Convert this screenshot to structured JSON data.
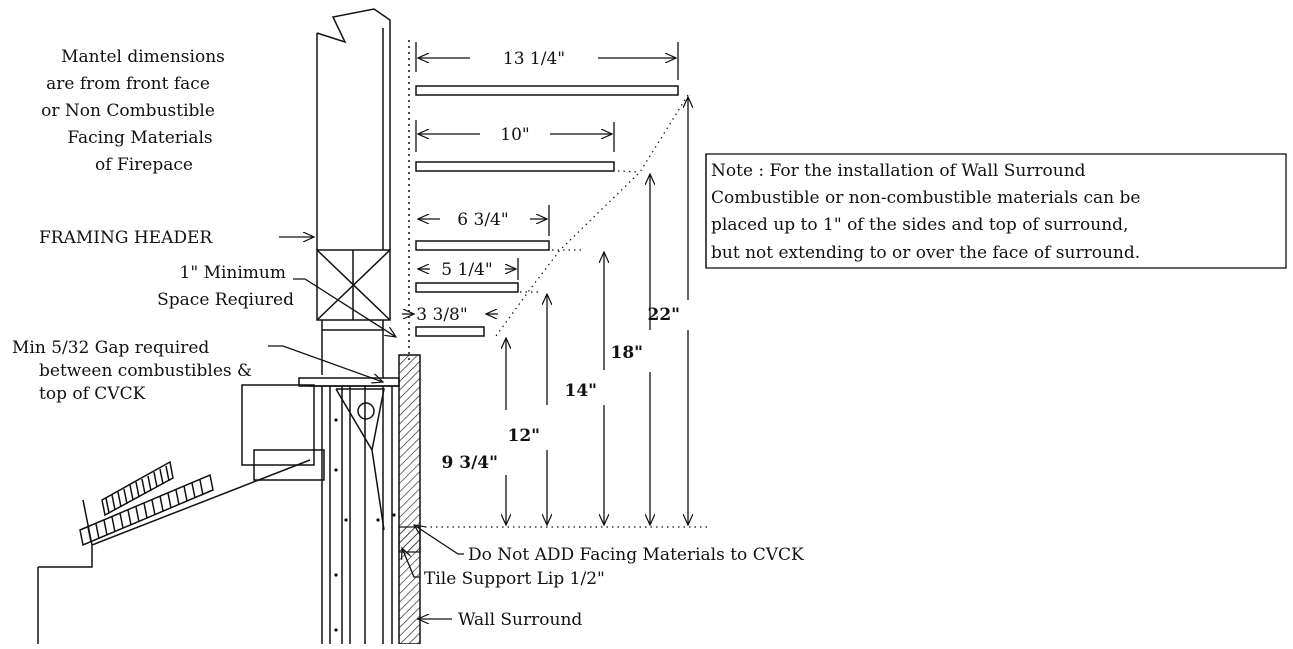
{
  "mantel_note": {
    "lines": [
      "Mantel dimensions",
      "are from front face",
      "or Non Combustible",
      "Facing Materials",
      "of Firepace"
    ]
  },
  "labels": {
    "framing_header": "FRAMING HEADER",
    "min_space": [
      "1\" Minimum",
      "Space Reqiured"
    ],
    "gap_required": [
      "Min 5/32 Gap required",
      "between combustibles &",
      "top of CVCK"
    ],
    "do_not_add": "Do Not ADD Facing Materials to CVCK",
    "tile_support": "Tile Support Lip 1/2\"",
    "wall_surround": "Wall Surround"
  },
  "mantel_depths": [
    "13 1/4\"",
    "10\"",
    "6 3/4\"",
    "5 1/4\"",
    "3 3/8\""
  ],
  "mantel_heights": [
    "22\"",
    "18\"",
    "14\"",
    "12\"",
    "9 3/4\""
  ],
  "install_note": {
    "lines": [
      "Note : For the installation of Wall Surround",
      "Combustible or non-combustible materials can be",
      "placed up to 1\" of the sides and top of surround,",
      "but not extending to or over the face of surround."
    ]
  }
}
